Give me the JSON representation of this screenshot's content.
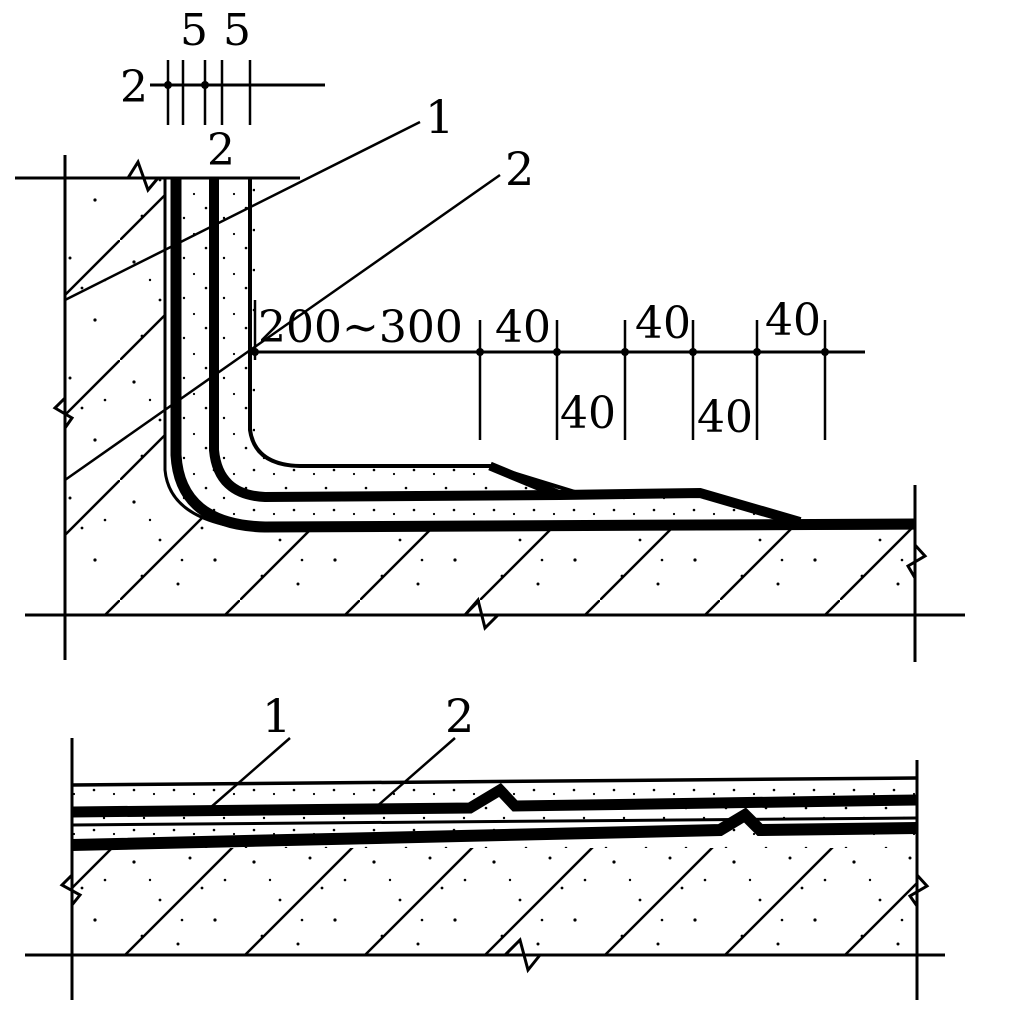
{
  "top_detail": {
    "dimensions": {
      "top_five_a": "5",
      "top_five_b": "5",
      "top_two_left": "2",
      "top_two_below": "2",
      "lap_range": "200~300",
      "step_1": "40",
      "step_2": "40",
      "step_3": "40",
      "step_4": "40",
      "step_5": "40"
    },
    "labels": {
      "layer_1": "1",
      "layer_2": "2"
    }
  },
  "bottom_detail": {
    "labels": {
      "layer_1": "1",
      "layer_2": "2"
    }
  },
  "colors": {
    "ink": "#000000",
    "paper": "#ffffff"
  }
}
